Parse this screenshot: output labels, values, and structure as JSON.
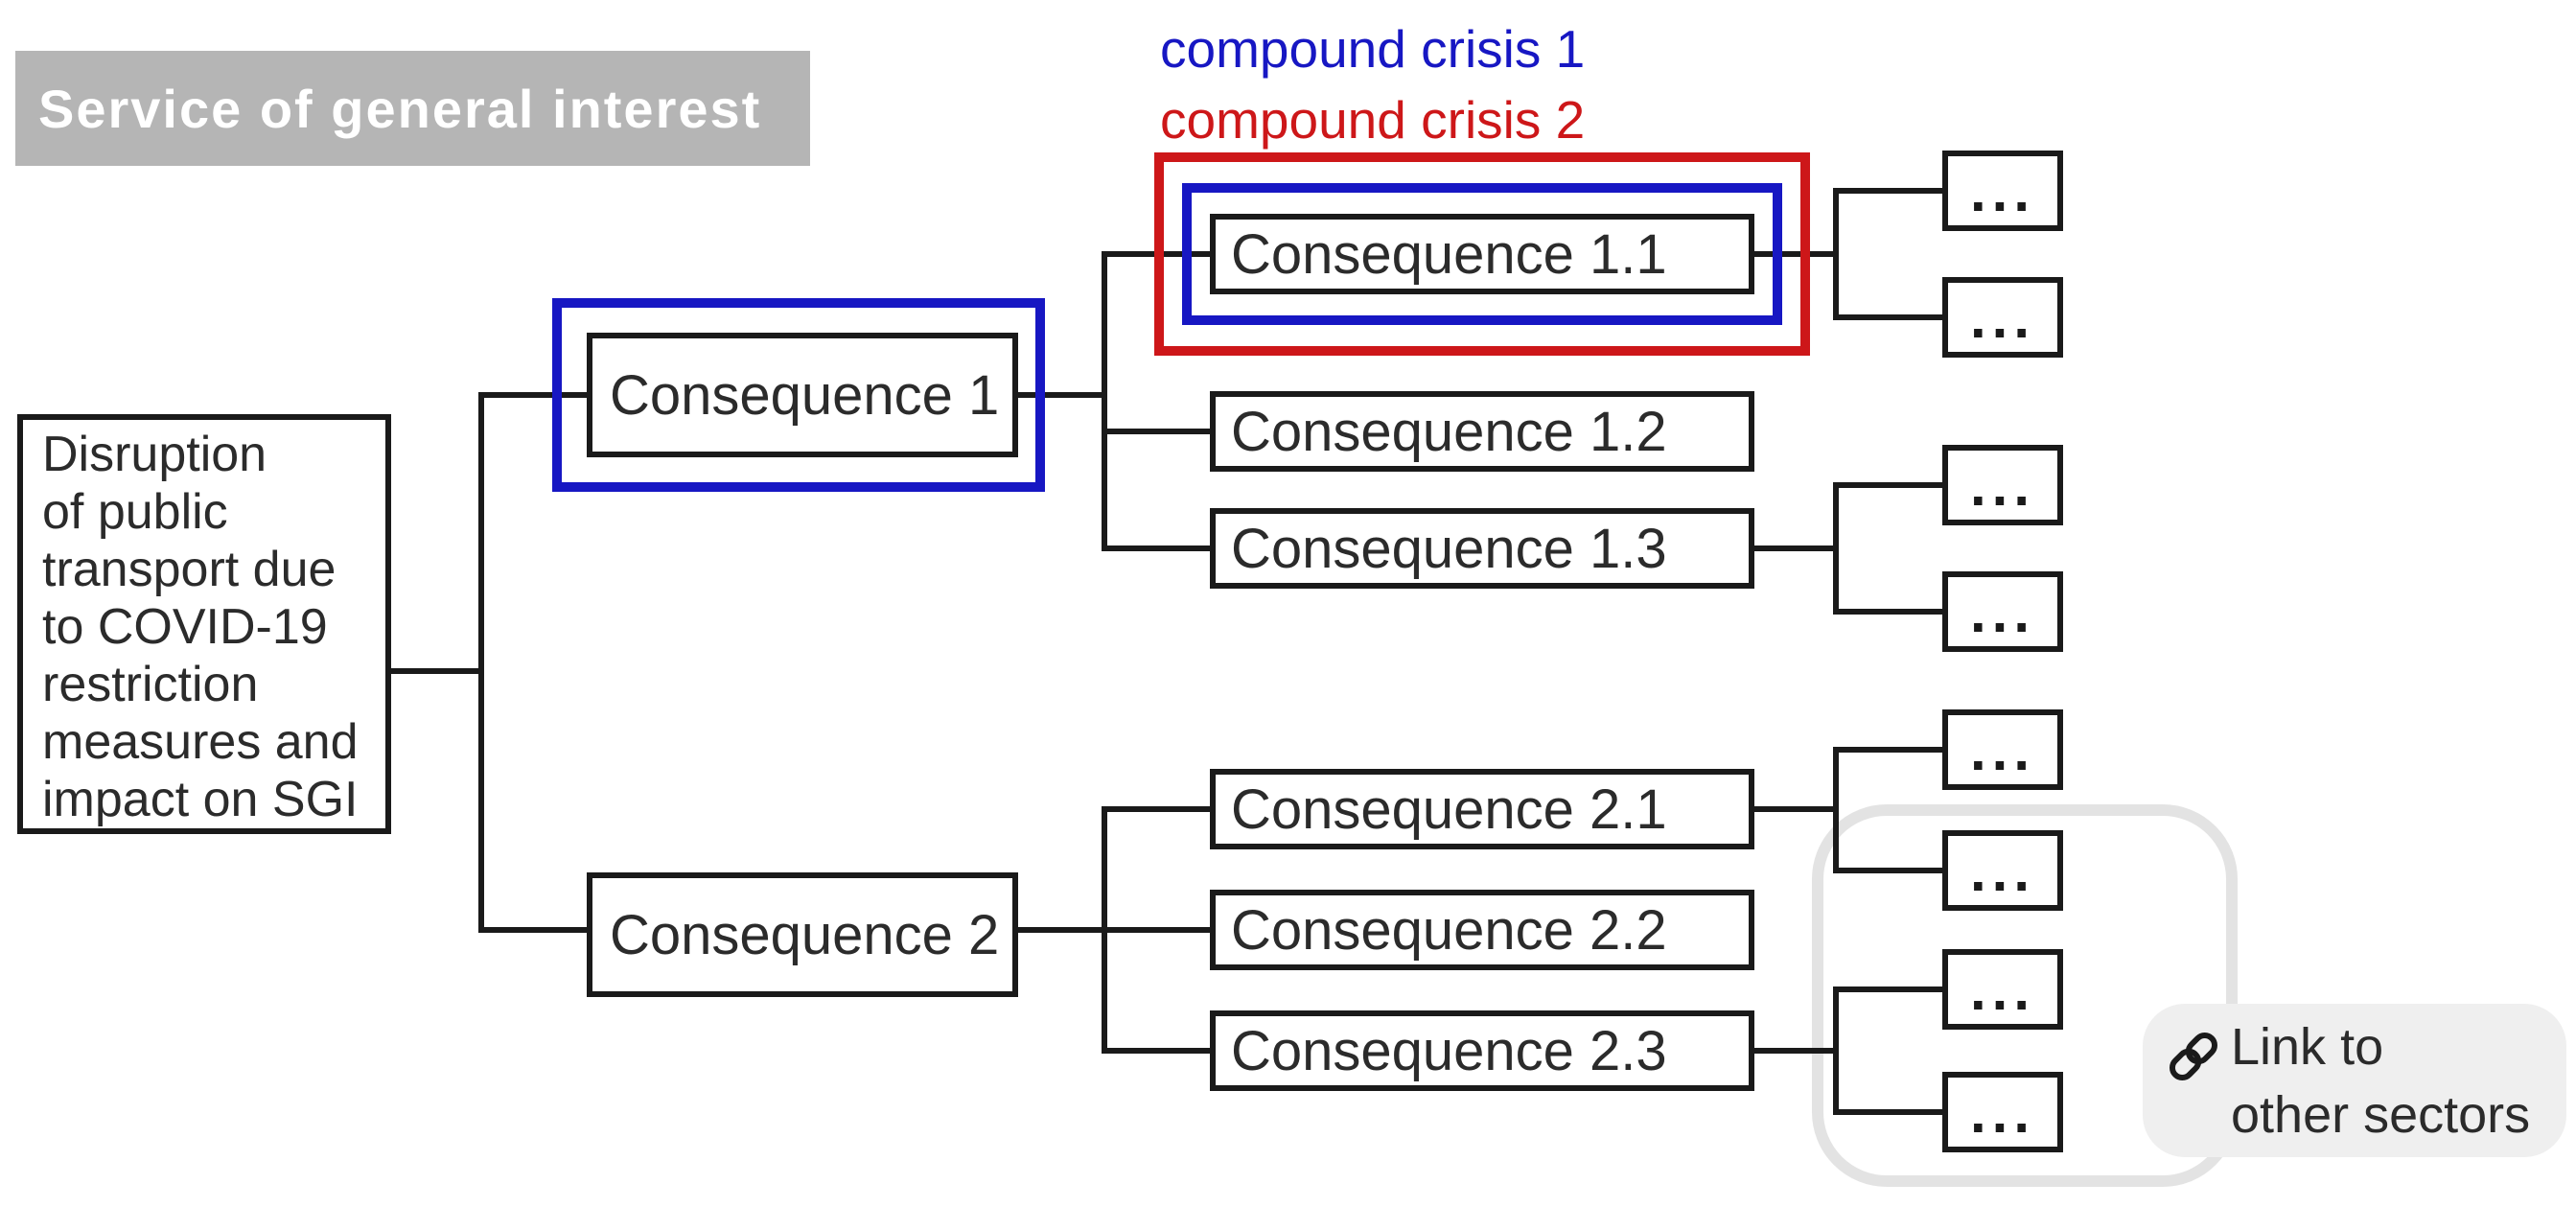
{
  "header": {
    "badge": "Service of general interest"
  },
  "legend": {
    "crisis1": "compound crisis 1",
    "crisis2": "compound crisis 2"
  },
  "tree": {
    "root": {
      "label": "Disruption\nof public\ntransport due\nto COVID-19\nrestriction\nmeasures and\nimpact on SGI"
    },
    "c1": {
      "label": "Consequence 1"
    },
    "c2": {
      "label": "Consequence 2"
    },
    "c11": {
      "label": "Consequence 1.1"
    },
    "c12": {
      "label": "Consequence 1.2"
    },
    "c13": {
      "label": "Consequence 1.3"
    },
    "c21": {
      "label": "Consequence 2.1"
    },
    "c22": {
      "label": "Consequence 2.2"
    },
    "c23": {
      "label": "Consequence 2.3"
    },
    "dots_label": "..."
  },
  "link_note": {
    "icon": "chain-link-icon",
    "line1": "Link to",
    "line2": "other sectors"
  },
  "colors": {
    "blue": "#1717c3",
    "red": "#cd1719",
    "badge_bg": "#b5b5b5",
    "badge_text": "#ffffff",
    "outline_gray": "#e3e3e3",
    "note_bg": "#efefef",
    "line_black": "#1a1a1a",
    "text_dark": "#2b2b2b"
  }
}
